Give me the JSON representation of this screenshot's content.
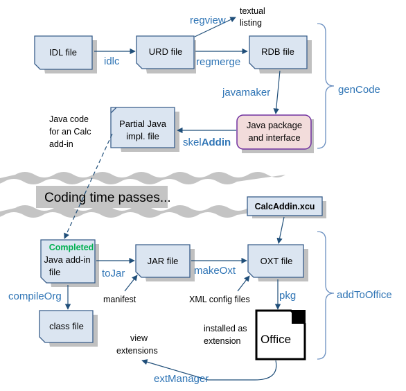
{
  "boxes": {
    "idl": "IDL file",
    "urd": "URD file",
    "rdb": "RDB file",
    "java_pkg_1": "Java package",
    "java_pkg_2": "and interface",
    "partial_1": "Partial Java",
    "partial_2": "impl. file",
    "calcaddin": "CalcAddin.xcu",
    "completed_badge": "Completed",
    "completed_1": "Java add-in",
    "completed_2": "file",
    "jar": "JAR file",
    "oxt": "OXT file",
    "class": "class file",
    "office": "Office"
  },
  "tools": {
    "idlc": "idlc",
    "regview": "regview",
    "regmerge": "regmerge",
    "javamaker": "javamaker",
    "skel": "skel",
    "skel_bold": "Addin",
    "toJar": "toJar",
    "makeOxt": "makeOxt",
    "pkg": "pkg",
    "compileOrg": "compileOrg",
    "extManager": "extManager"
  },
  "notes": {
    "textual_1": "textual",
    "textual_2": "listing",
    "javacode_1": "Java code",
    "javacode_2": "for an Calc",
    "javacode_3": "add-in",
    "manifest": "manifest",
    "xmlconfig": "XML config files",
    "installed_1": "installed as",
    "installed_2": "extension",
    "view_1": "view",
    "view_2": "extensions"
  },
  "banner": "Coding time passes...",
  "groups": {
    "genCode": "genCode",
    "addToOffice": "addToOffice"
  },
  "colors": {
    "file_fill": "#dbe5f1",
    "file_border": "#385d8a",
    "highlight_fill": "#f2dcdb",
    "highlight_border": "#7030a0",
    "tool_text": "#2e74b5",
    "completed_text": "#00b050",
    "banner": "#c4c4c4"
  }
}
